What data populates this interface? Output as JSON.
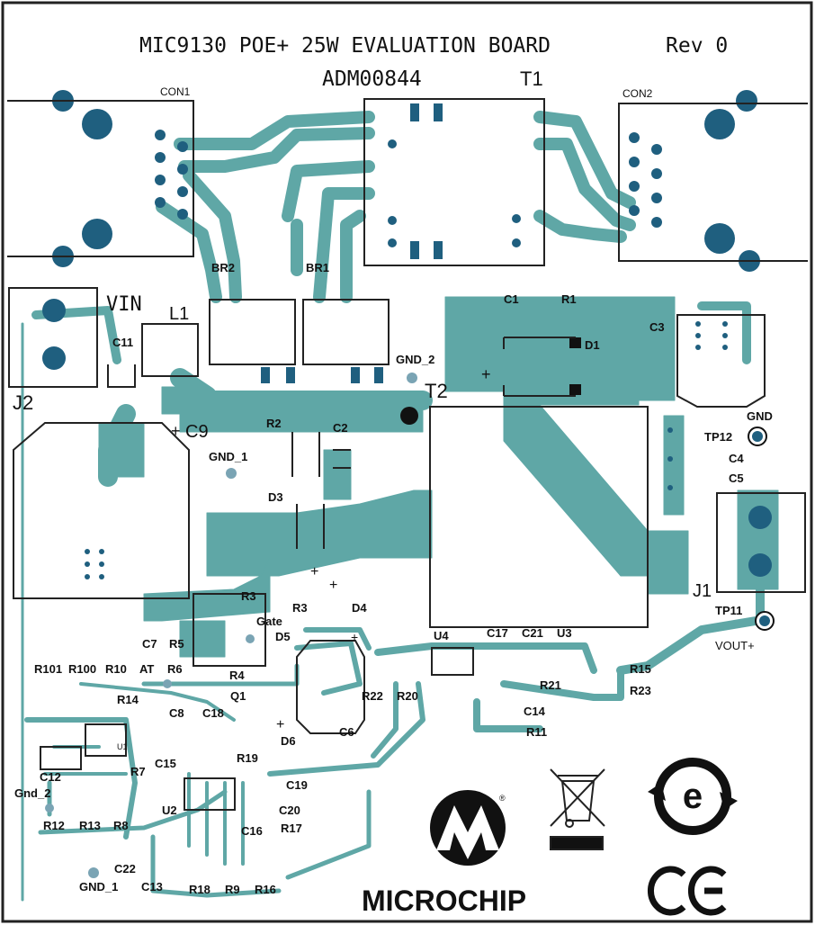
{
  "board": {
    "title": "MIC9130 POE+  25W EVALUATION BOARD",
    "revision": "Rev 0",
    "part_number": "ADM00844",
    "logo_text": "MICROCHIP"
  },
  "colors": {
    "copper": "#5fa7a6",
    "pad": "#1f5f7f",
    "silkscreen": "#111111",
    "background": "#ffffff"
  },
  "connectors": {
    "con1": "CON1",
    "con2": "CON2",
    "vin_label": "VIN",
    "j2": "J2",
    "j1": "J1"
  },
  "labels": {
    "t1": "T1",
    "t2": "T2",
    "br1": "BR1",
    "br2": "BR2",
    "l1": "L1",
    "c1": "C1",
    "r1": "R1",
    "d1": "D1",
    "c3": "C3",
    "c11": "C11",
    "c9": "C9",
    "gnd2_top": "GND_2",
    "gnd1_mid": "GND_1",
    "gnd": "GND",
    "tp12": "TP12",
    "r2": "R2",
    "c2": "C2",
    "c4": "C4",
    "c5": "C5",
    "d3": "D3",
    "r3a": "R3",
    "r3b": "R3",
    "gate": "Gate",
    "d4": "D4",
    "d5": "D5",
    "tp11": "TP11",
    "vout": "VOUT+",
    "c7": "C7",
    "r5": "R5",
    "r6": "R6",
    "u4": "U4",
    "c17": "C17",
    "c21": "C21",
    "u3": "U3",
    "r101": "R101",
    "r100": "R100",
    "r10": "R10",
    "at": "AT",
    "r4": "R4",
    "q1": "Q1",
    "r22": "R22",
    "r20": "R20",
    "r15": "R15",
    "r21": "R21",
    "r23": "R23",
    "r14": "R14",
    "c8": "C8",
    "c18": "C18",
    "d6": "D6",
    "c6": "C6",
    "c14": "C14",
    "r11": "R11",
    "c15": "C15",
    "r19": "R19",
    "c12": "C12",
    "r7": "R7",
    "c19": "C19",
    "gnd_2_low": "Gnd_2",
    "u2": "U2",
    "c20": "C20",
    "r12": "R12",
    "r13": "R13",
    "r8": "R8",
    "c16": "C16",
    "r17": "R17",
    "c22": "C22",
    "gnd1_low": "GND_1",
    "c13": "C13",
    "r18": "R18",
    "r9": "R9",
    "r16": "R16",
    "u1": "U1",
    "plus": "+"
  },
  "symbols": [
    "microchip-logo",
    "weee-bin-icon",
    "recycle-e-icon",
    "ce-mark-icon"
  ]
}
